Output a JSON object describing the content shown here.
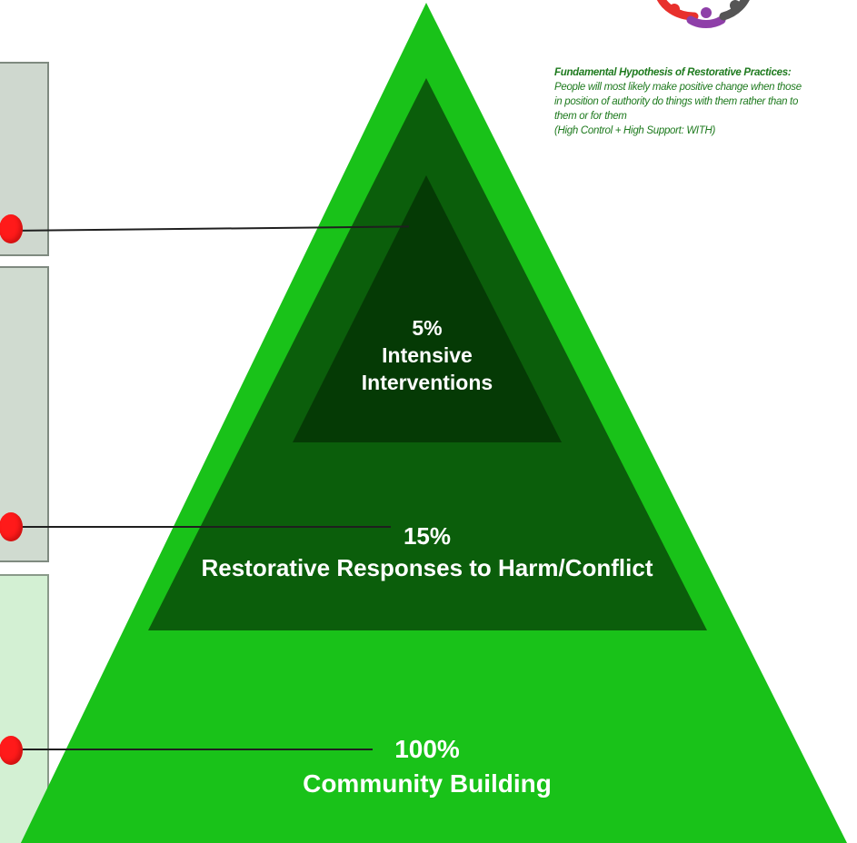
{
  "pyramid": {
    "tiers": [
      {
        "percent": "5%",
        "label_line1": "Intensive",
        "label_line2": "Interventions"
      },
      {
        "percent": "15%",
        "label": "Restorative Responses to Harm/Conflict"
      },
      {
        "percent": "100%",
        "label": "Community Building"
      }
    ],
    "colors": {
      "outer": "#19c219",
      "middle": "#0b5e0b",
      "inner": "#053a05",
      "text": "#ffffff",
      "markers": "#ff1a1a"
    }
  },
  "hypothesis": {
    "title": "Fundamental Hypothesis of Restorative Practices:",
    "line1": "People will most likely make positive change when those",
    "line2": "in position of authority do things with them rather than to",
    "line3": "them or for them",
    "line4": "(High Control + High Support: WITH)",
    "color": "#1e7a1e"
  },
  "logo": {
    "icon": "people-circle-logo-icon",
    "colors": [
      "#e8302c",
      "#8e3fa8",
      "#555555"
    ]
  }
}
